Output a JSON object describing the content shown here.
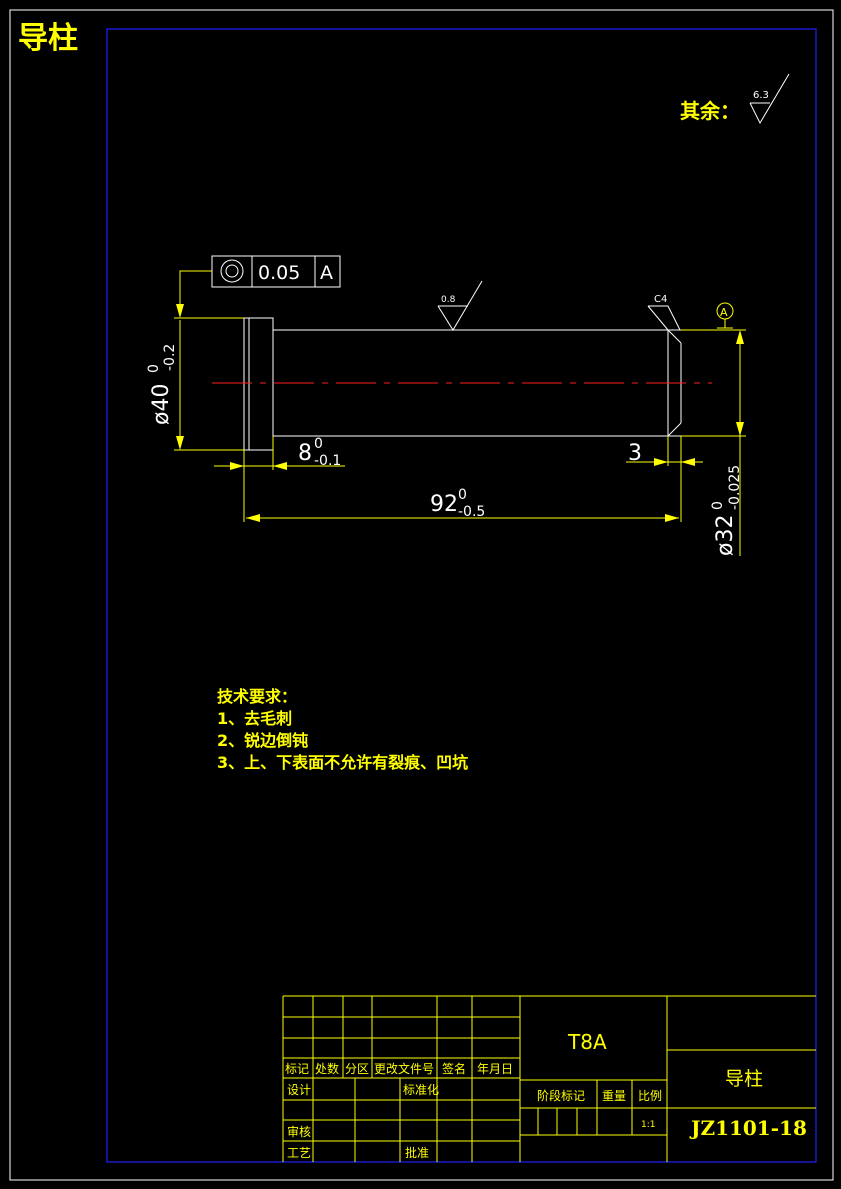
{
  "sheet_title": "导柱",
  "roughness_general": {
    "label": "其余：",
    "value": "6.3"
  },
  "roughness_surface": "0.8",
  "chamfer": "C4",
  "datum_label": "A",
  "tolerance_frame": {
    "symbol": "concentricity",
    "value": "0.05",
    "datum": "A"
  },
  "dimensions": {
    "head_diameter": {
      "base": "ø40",
      "upper": "0",
      "lower": "-0.2"
    },
    "head_length": {
      "base": "8",
      "upper": "0",
      "lower": "-0.1"
    },
    "chamfer_length": {
      "base": "3"
    },
    "total_length": {
      "base": "92",
      "upper": "0",
      "lower": "-0.5"
    },
    "shaft_diameter": {
      "base": "ø32",
      "upper": "0",
      "lower": "-0.025"
    }
  },
  "tech_requirements": {
    "title": "技术要求：",
    "items": [
      "1、去毛刺",
      "2、锐边倒钝",
      "3、上、下表面不允许有裂痕、凹坑"
    ]
  },
  "title_block": {
    "material": "T8A",
    "part_name": "导柱",
    "drawing_no": "JZ1101-18",
    "header_cells": [
      "标记",
      "处数",
      "分区",
      "更改文件号",
      "签名",
      "年月日"
    ],
    "design": "设计",
    "standardize": "标准化",
    "review": "审核",
    "process": "工艺",
    "approve": "批准",
    "stage_mark": "阶段标记",
    "weight": "重量",
    "scale_label": "比例",
    "scale_value": "1:1"
  },
  "colors": {
    "outline": "#ffffff",
    "frame": "#0000ff",
    "yellow": "#ffff00",
    "center": "#ff0000",
    "dimension": "#ffff00"
  }
}
